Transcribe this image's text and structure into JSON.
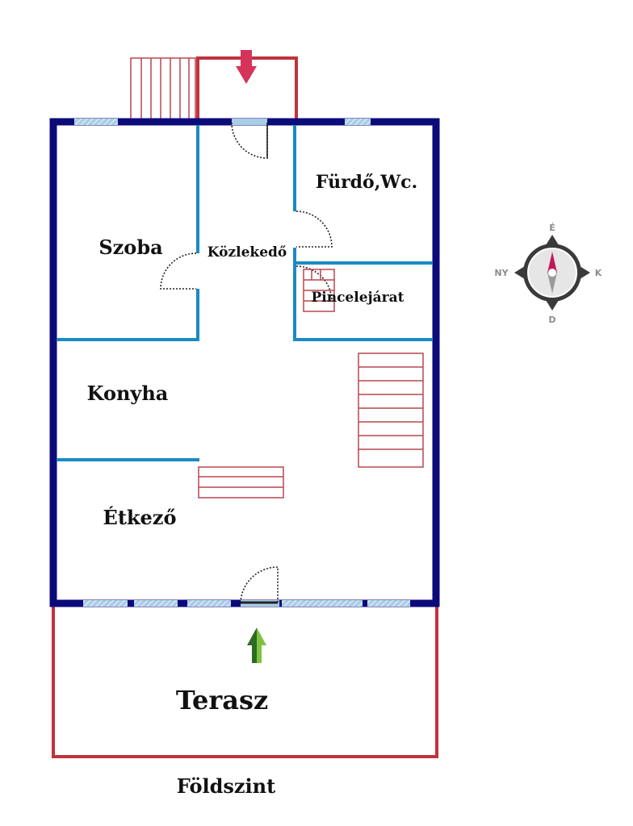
{
  "rooms": {
    "szoba": "Szoba",
    "kozlekedo": "Közlekedő",
    "furdo": "Fürdő,Wc.",
    "pincelejarat": "Pincelejárat",
    "konyha": "Konyha",
    "etkezo": "Étkező",
    "terasz": "Terasz"
  },
  "floor_name": "Földszint",
  "compass": {
    "north": "É",
    "south": "D",
    "west": "NY",
    "east": "K"
  },
  "colors": {
    "outer_wall": "#0b0b7a",
    "inner_wall": "#1a8ac4",
    "window": "#a9cde6",
    "structure": "#c0333c",
    "stairs": "#b8474f",
    "entry_arrow": "#d6335a",
    "terrace_arrow": "#3f8f2f",
    "compass_ring": "#3a3a3a",
    "compass_needle": "#c2185b"
  }
}
